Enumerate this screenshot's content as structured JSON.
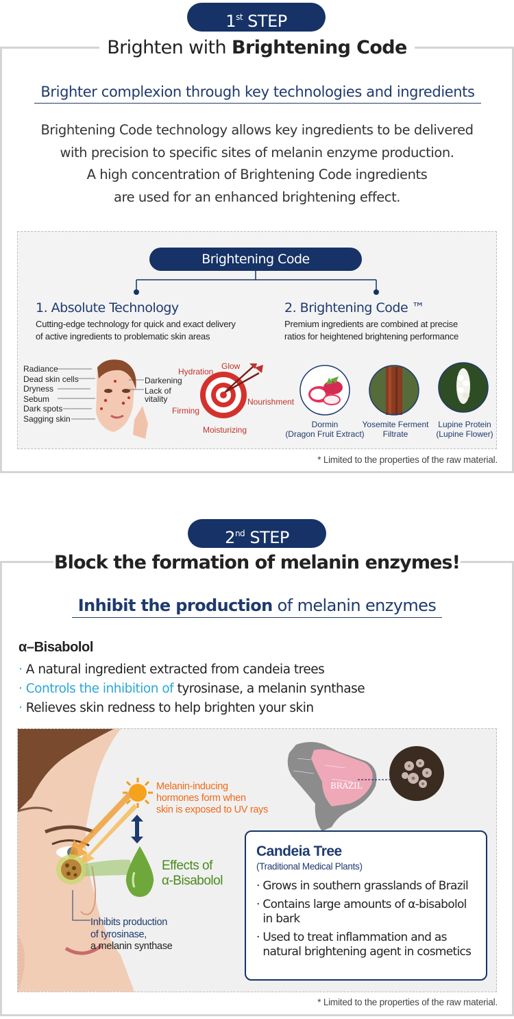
{
  "step1": {
    "badge_num": "1",
    "badge_sup": "st",
    "badge_word": "STEP",
    "title_plain": "Brighten with",
    "title_bold": "Brightening Code",
    "subtitle": "Brighter complexion through key technologies and ingredients",
    "desc": [
      "Brightening Code technology allows key ingredients to be delivered",
      "with precision to specific sites of melanin enzyme production.",
      "A high concentration of Brightening Code ingredients",
      "are used for an enhanced brightening effect."
    ],
    "code_badge": "Brightening Code",
    "col1_title": "1. Absolute Technology",
    "col1_desc": [
      "Cutting-edge technology for quick and exact delivery",
      "of active ingredients to problematic skin areas"
    ],
    "col2_title": "2. Brightening Code ™",
    "col2_desc": [
      "Premium ingredients are combined at precise",
      "ratios for heightened brightening performance"
    ],
    "skin_left": [
      "Radiance",
      "Dead skin cells",
      "Dryness",
      "Sebum",
      "Dark spots",
      "Sagging skin"
    ],
    "skin_right": [
      "Darkening",
      "Lack of",
      "vitality"
    ],
    "target": {
      "hydration": "Hydration",
      "glow": "Glow",
      "nourishment": "Nourishment",
      "firming": "Firming",
      "moisturizing": "Moisturizing"
    },
    "ingredients": [
      {
        "line1": "Dormin",
        "line2": "(Dragon Fruit Extract)"
      },
      {
        "line1": "Yosemite Ferment",
        "line2": "Filtrate"
      },
      {
        "line1": "Lupine Protein",
        "line2": "(Lupine Flower)"
      }
    ],
    "note": "* Limited to the properties of the raw material."
  },
  "step2": {
    "badge_num": "2",
    "badge_sup": "nd",
    "badge_word": "STEP",
    "title": "Block the formation of melanin enzymes!",
    "subtitle_bold": "Inhibit the production",
    "subtitle_rest": "of melanin enzymes",
    "ingredient_name": "α–Bisabolol",
    "bullet1": "A natural ingredient extracted from candeia trees",
    "bullet2_blue": "Controls the inhibition of",
    "bullet2_rest": "tyrosinase, a melanin synthase",
    "bullet3": "Relieves skin redness to help brighten your skin",
    "uv_text": [
      "Melanin-inducing",
      "hormones form when",
      "skin is exposed to UV rays"
    ],
    "effects": [
      "Effects of",
      "α-Bisabolol"
    ],
    "inhibits": [
      "Inhibits production",
      "of tyrosinase,",
      "a melanin synthase"
    ],
    "map_label": "BRAZIL",
    "candeia_title": "Candeia Tree",
    "candeia_sub": "(Traditional Medical Plants)",
    "candeia_points": [
      [
        "Grows in southern grasslands of Brazil"
      ],
      [
        "Contains large amounts of α-bisabolol",
        "in bark"
      ],
      [
        "Used to treat inflammation and as",
        "natural brightening agent in cosmetics"
      ]
    ],
    "note": "* Limited to the properties of the raw material."
  },
  "colors": {
    "navy": "#163266",
    "frame": "#d4d4d4",
    "accent_blue": "#2aa7d6",
    "accent_red": "#c0322b",
    "accent_orange": "#f06a18",
    "accent_green": "#4a8a1e"
  },
  "icons": [
    "face-icon",
    "target-icon",
    "dragon-fruit-icon",
    "sequoia-icon",
    "lupine-icon",
    "sun-icon",
    "arrow-icon",
    "droplet-icon",
    "cell-icon",
    "map-icon",
    "flower-icon",
    "woman-face-icon"
  ]
}
